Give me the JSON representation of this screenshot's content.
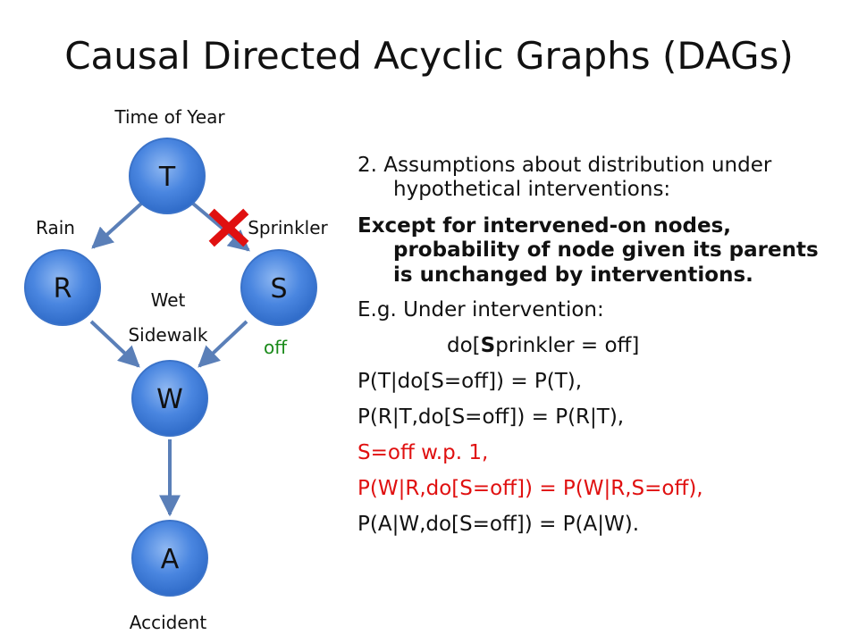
{
  "title": "Causal Directed Acyclic Graphs (DAGs)",
  "graph": {
    "nodes": [
      {
        "id": "T",
        "label": "T",
        "caption": "Time of Year"
      },
      {
        "id": "R",
        "label": "R",
        "caption": "Rain"
      },
      {
        "id": "S",
        "label": "S",
        "caption": "Sprinkler"
      },
      {
        "id": "W",
        "label": "W",
        "caption_line1": "Wet",
        "caption_line2": "Sidewalk"
      },
      {
        "id": "A",
        "label": "A",
        "caption": "Accident"
      }
    ],
    "edges": [
      {
        "from": "T",
        "to": "R",
        "cut": false
      },
      {
        "from": "T",
        "to": "S",
        "cut": true
      },
      {
        "from": "R",
        "to": "W",
        "cut": false
      },
      {
        "from": "S",
        "to": "W",
        "cut": false
      },
      {
        "from": "W",
        "to": "A",
        "cut": false
      }
    ],
    "intervention_label": "off",
    "colors": {
      "node": "#4a86e0",
      "edge": "#5a7fb8",
      "cut_mark": "#e01010",
      "intervention": "#1a8a1a"
    }
  },
  "content": {
    "assumption_line": "2. Assumptions about distribution under hypothetical interventions:",
    "rule": "Except for intervened-on nodes, probability of node given its parents is unchanged by interventions.",
    "example_intro": "E.g. Under intervention:",
    "do_prefix": "do[",
    "do_bold": "S",
    "do_rest": "prinkler = off]",
    "eq1": "P(T|do[S=off]) = P(T),",
    "eq2": "P(R|T,do[S=off]) = P(R|T),",
    "eq3": "S=off w.p. 1,",
    "eq4": "P(W|R,do[S=off]) = P(W|R,S=off),",
    "eq5": "P(A|W,do[S=off]) = P(A|W)."
  }
}
